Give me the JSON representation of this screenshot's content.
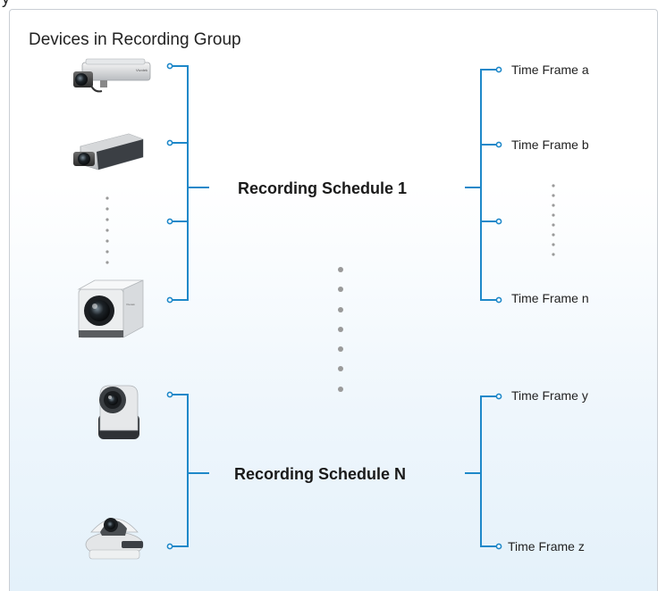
{
  "header": {
    "partial_title": "y",
    "group_title": "Devices in Recording Group"
  },
  "schedules": [
    {
      "label": "Recording Schedule 1",
      "devices": [
        "box-camera-icon",
        "box-camera-silver-icon",
        "box-camera-white-icon"
      ],
      "time_frames": [
        "Time Frame a",
        "Time Frame b",
        "Time Frame n"
      ]
    },
    {
      "label": "Recording Schedule N",
      "devices": [
        "pan-tilt-camera-icon",
        "dome-camera-icon"
      ],
      "time_frames": [
        "Time Frame y",
        "Time Frame z"
      ]
    }
  ],
  "colors": {
    "connector": "#1e88c9",
    "background_top": "#ffffff",
    "background_bottom": "#e4f1fa",
    "ellipsis_dots": "#9a9a9a"
  }
}
